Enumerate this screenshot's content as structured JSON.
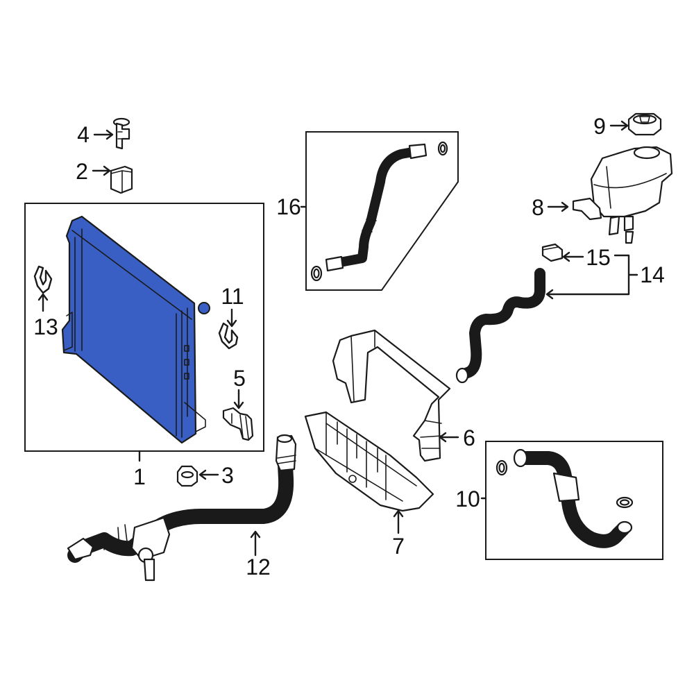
{
  "diagram": {
    "highlight_color": "#3a5fc4",
    "callouts": [
      {
        "id": "1",
        "text": "1"
      },
      {
        "id": "2",
        "text": "2"
      },
      {
        "id": "3",
        "text": "3"
      },
      {
        "id": "4",
        "text": "4"
      },
      {
        "id": "5",
        "text": "5"
      },
      {
        "id": "6",
        "text": "6"
      },
      {
        "id": "7",
        "text": "7"
      },
      {
        "id": "8",
        "text": "8"
      },
      {
        "id": "9",
        "text": "9"
      },
      {
        "id": "10",
        "text": "10"
      },
      {
        "id": "11",
        "text": "11"
      },
      {
        "id": "12",
        "text": "12"
      },
      {
        "id": "13",
        "text": "13"
      },
      {
        "id": "14",
        "text": "14"
      },
      {
        "id": "15",
        "text": "15"
      },
      {
        "id": "16",
        "text": "16"
      }
    ]
  }
}
